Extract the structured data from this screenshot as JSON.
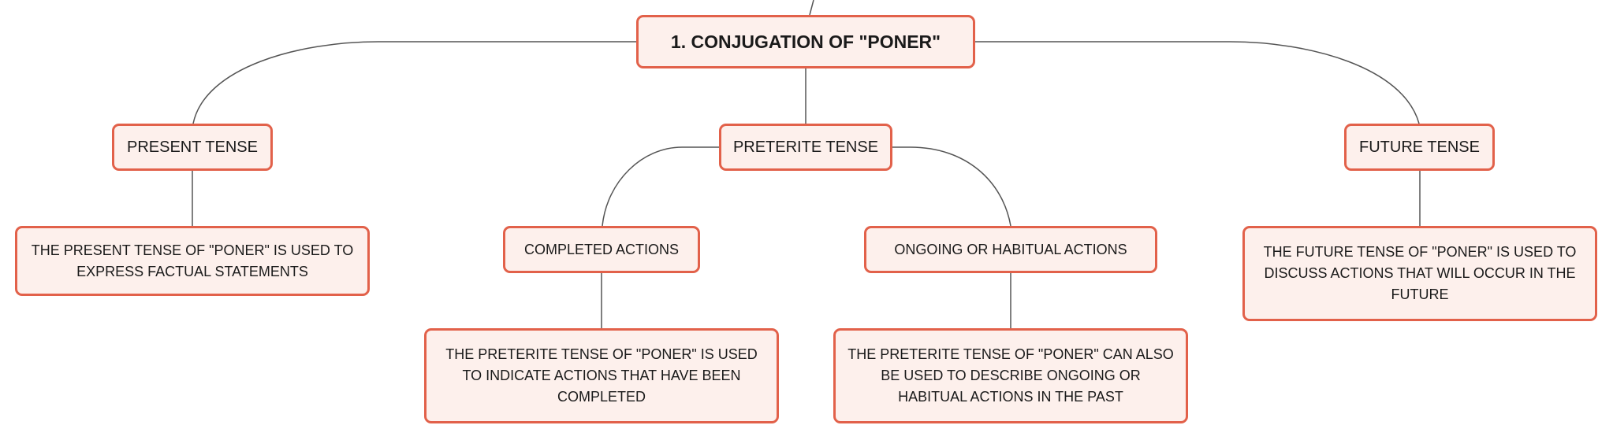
{
  "root": {
    "label": "1. CONJUGATION OF \"PONER\""
  },
  "branches": {
    "present": {
      "label": "PRESENT TENSE",
      "description": "THE PRESENT TENSE OF \"PONER\" IS USED TO EXPRESS FACTUAL STATEMENTS"
    },
    "preterite": {
      "label": "PRETERITE TENSE",
      "completed": {
        "label": "COMPLETED ACTIONS",
        "description": "THE PRETERITE TENSE OF \"PONER\" IS USED TO INDICATE ACTIONS THAT HAVE BEEN COMPLETED"
      },
      "ongoing": {
        "label": "ONGOING OR HABITUAL ACTIONS",
        "description": "THE PRETERITE TENSE OF \"PONER\" CAN ALSO BE USED TO DESCRIBE ONGOING OR HABITUAL ACTIONS IN THE PAST"
      }
    },
    "future": {
      "label": "FUTURE TENSE",
      "description": "THE FUTURE TENSE OF \"PONER\" IS USED TO DISCUSS ACTIONS THAT WILL OCCUR IN THE FUTURE"
    }
  },
  "colors": {
    "node_fill": "#fdf0ec",
    "node_border": "#e2614a",
    "connector": "#555555"
  }
}
